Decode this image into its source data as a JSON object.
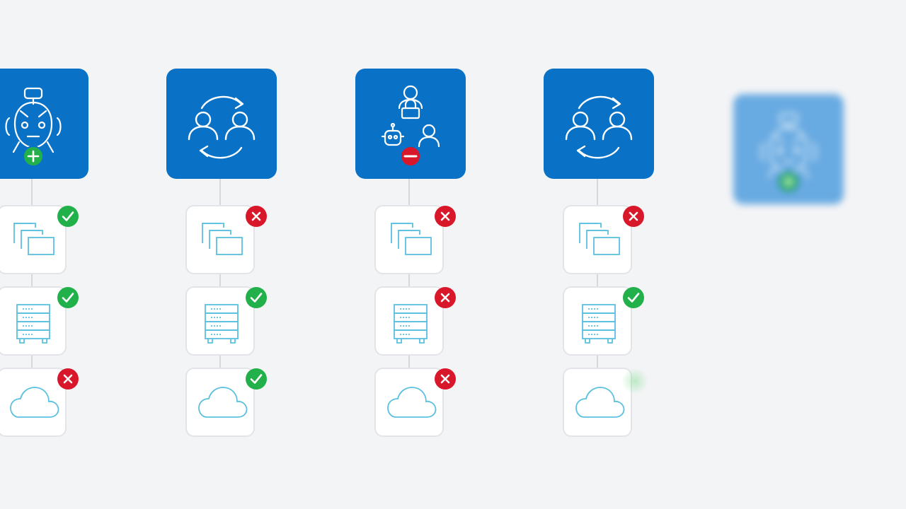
{
  "diagram": {
    "colors": {
      "head": "#0a72c6",
      "tile_icon": "#5bc0e0",
      "ok": "#22b04b",
      "bad": "#d8172a"
    },
    "columns": [
      {
        "head_icon": "robot-icon",
        "head_badge": "plus",
        "checks": [
          {
            "resource": "windows-icon",
            "status": "ok"
          },
          {
            "resource": "server-icon",
            "status": "ok"
          },
          {
            "resource": "cloud-icon",
            "status": "bad"
          }
        ]
      },
      {
        "head_icon": "user-swap-icon",
        "head_badge": "",
        "checks": [
          {
            "resource": "windows-icon",
            "status": "bad"
          },
          {
            "resource": "server-icon",
            "status": "ok"
          },
          {
            "resource": "cloud-icon",
            "status": "ok"
          }
        ]
      },
      {
        "head_icon": "access-control-icon",
        "head_badge": "minus",
        "checks": [
          {
            "resource": "windows-icon",
            "status": "bad"
          },
          {
            "resource": "server-icon",
            "status": "bad"
          },
          {
            "resource": "cloud-icon",
            "status": "bad"
          }
        ]
      },
      {
        "head_icon": "user-swap-icon",
        "head_badge": "",
        "checks": [
          {
            "resource": "windows-icon",
            "status": "bad"
          },
          {
            "resource": "server-icon",
            "status": "ok"
          },
          {
            "resource": "cloud-icon",
            "status": "pending"
          }
        ]
      }
    ],
    "incoming": {
      "head_icon": "robot-icon",
      "head_badge": "plus"
    }
  }
}
